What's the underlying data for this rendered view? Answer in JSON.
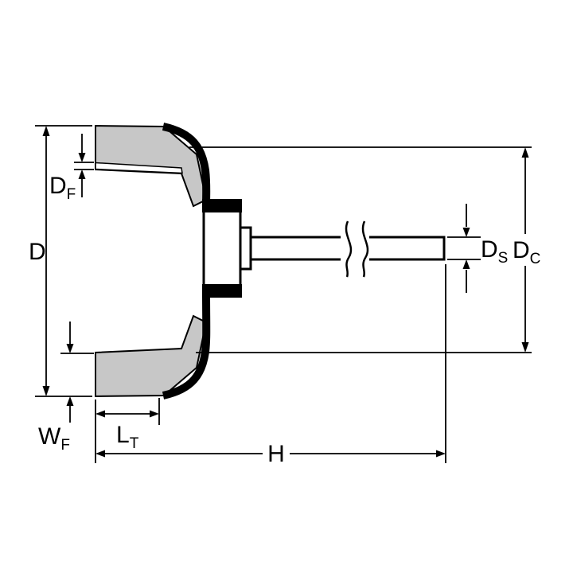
{
  "diagram": {
    "type": "technical-dimension-drawing",
    "subject": "cup brush with shank, cross-section with dimension callouts",
    "labels": {
      "d": {
        "main": "D",
        "sub": ""
      },
      "df": {
        "main": "D",
        "sub": "F"
      },
      "wf": {
        "main": "W",
        "sub": "F"
      },
      "lt": {
        "main": "L",
        "sub": "T"
      },
      "h": {
        "main": "H",
        "sub": ""
      },
      "ds": {
        "main": "D",
        "sub": "S"
      },
      "dc": {
        "main": "D",
        "sub": "C"
      }
    },
    "colors": {
      "line": "#000000",
      "bristle_fill": "#c7c7c7",
      "background": "#ffffff"
    }
  }
}
